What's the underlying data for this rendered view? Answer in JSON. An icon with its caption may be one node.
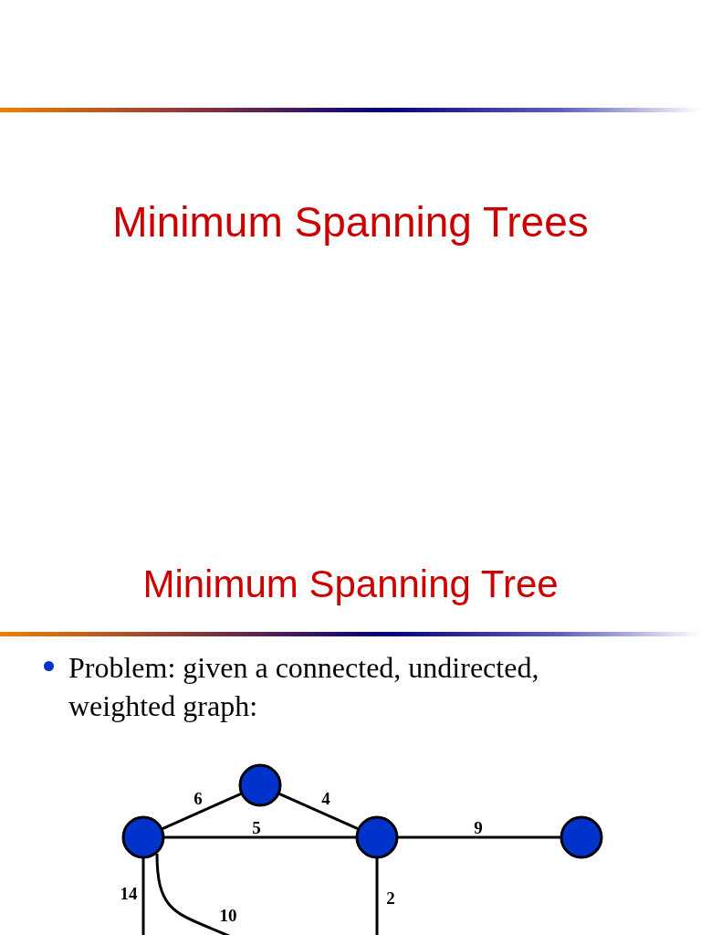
{
  "diagram": {
    "title": "Minimum Spanning Trees",
    "nodes": [
      {
        "text": [],
        "shape": "circle"
      },
      {
        "text": [],
        "shape": "circle"
      },
      {
        "text": [],
        "shape": "circle"
      },
      {
        "text": [],
        "shape": "circle"
      }
    ],
    "edges": [
      {
        "from": 1,
        "to": 0,
        "arrow": "none",
        "label": "6"
      },
      {
        "from": 0,
        "to": 2,
        "arrow": "none",
        "label": "4"
      },
      {
        "from": 1,
        "to": 2,
        "arrow": "none",
        "label": "5"
      },
      {
        "from": 2,
        "to": 3,
        "arrow": "none",
        "label": "9"
      },
      {
        "from": 1,
        "to": null,
        "arrow": "none",
        "label": "14"
      },
      {
        "from": 1,
        "to": null,
        "arrow": "none",
        "label": "10"
      },
      {
        "from": 2,
        "to": null,
        "arrow": "none",
        "label": "2"
      }
    ],
    "labels": [
      "Minimum Spanning Tree",
      "Problem: given a connected, undirected, weighted graph:"
    ]
  }
}
